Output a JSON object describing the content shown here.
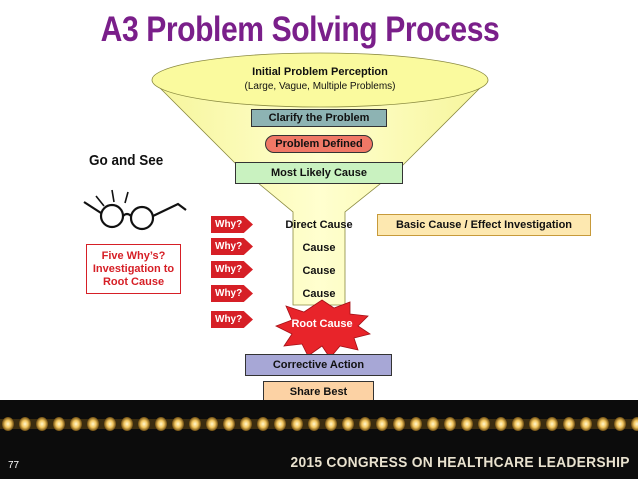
{
  "title": "A3 Problem Solving Process",
  "funnel_top": {
    "heading": "Initial Problem Perception",
    "subheading": "(Large, Vague, Multiple Problems)"
  },
  "stages": {
    "clarify": "Clarify the Problem",
    "defined": "Problem Defined",
    "likely": "Most Likely Cause"
  },
  "go_and_see": "Go and See",
  "five_whys": "Five Why’s? Investigation to Root Cause",
  "why_label": "Why?",
  "causes": [
    "Direct Cause",
    "Cause",
    "Cause",
    "Cause"
  ],
  "basic_cause": "Basic Cause / Effect Investigation",
  "root_cause": "Root Cause",
  "corrective_action": "Corrective Action",
  "share_best_practices": "Share Best Practices",
  "footer": {
    "slide_number": "77",
    "banner": "2015 CONGRESS ON HEALTHCARE LEADERSHIP"
  },
  "colors": {
    "title": "#7a1f8a",
    "funnel": "#ffffc0",
    "clarify_box": "#8db3b3",
    "defined_box": "#f07866",
    "likely_box": "#c9f2c0",
    "why_tag": "#d61f26",
    "basic_cause_box": "#fde8b0",
    "root_cause_star": "#e8242a",
    "corrective_box": "#a7a7d6",
    "share_box": "#fcd2a4"
  },
  "icons": [
    "eyeglasses-icon",
    "starburst-icon",
    "marquee-lights"
  ]
}
